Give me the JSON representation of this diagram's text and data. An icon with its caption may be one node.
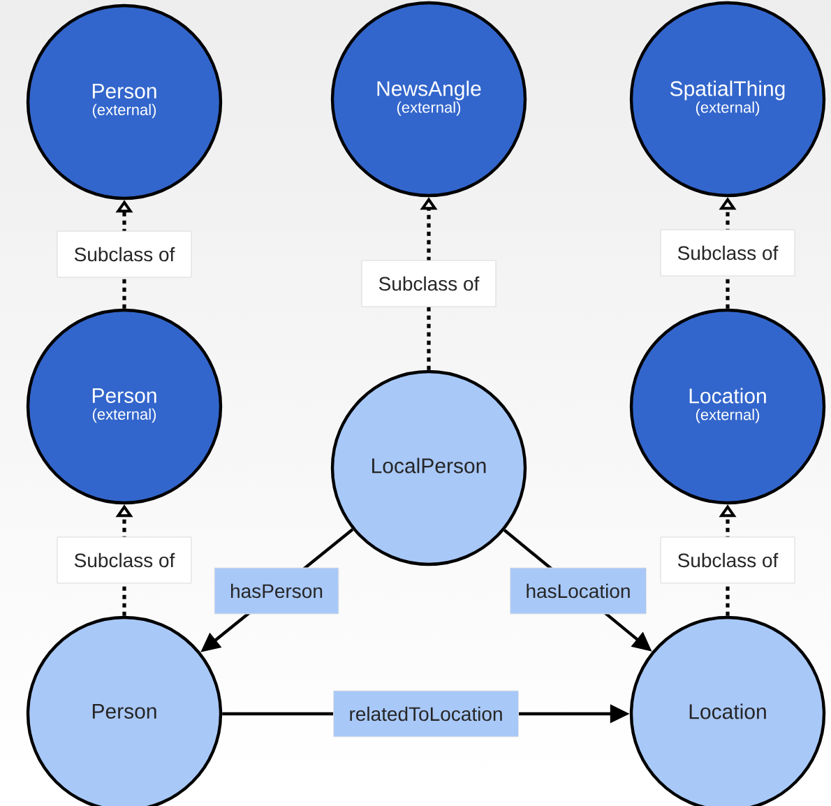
{
  "diagram": {
    "nodes": [
      {
        "text": [
          "Person",
          "(external)"
        ]
      },
      {
        "text": [
          "NewsAngle",
          "(external)"
        ]
      },
      {
        "text": [
          "SpatialThing",
          "(external)"
        ]
      },
      {
        "text": [
          "Person",
          "(external)"
        ]
      },
      {
        "text": [
          "LocalPerson"
        ]
      },
      {
        "text": [
          "Location",
          "(external)"
        ]
      },
      {
        "text": [
          "Person"
        ]
      },
      {
        "text": [
          "Location"
        ]
      }
    ],
    "edges": [
      {
        "from": 3,
        "to": 0,
        "arrow": "to",
        "label": "Subclass of",
        "style": "dashed"
      },
      {
        "from": 4,
        "to": 1,
        "arrow": "to",
        "label": "Subclass of",
        "style": "dashed"
      },
      {
        "from": 5,
        "to": 2,
        "arrow": "to",
        "label": "Subclass of",
        "style": "dashed"
      },
      {
        "from": 6,
        "to": 3,
        "arrow": "to",
        "label": "Subclass of",
        "style": "dashed"
      },
      {
        "from": 7,
        "to": 5,
        "arrow": "to",
        "label": "Subclass of",
        "style": "dashed"
      },
      {
        "from": 4,
        "to": 6,
        "arrow": "to",
        "label": "hasPerson"
      },
      {
        "from": 4,
        "to": 7,
        "arrow": "to",
        "label": "hasLocation"
      },
      {
        "from": 6,
        "to": 7,
        "arrow": "to",
        "label": "relatedToLocation"
      }
    ]
  }
}
